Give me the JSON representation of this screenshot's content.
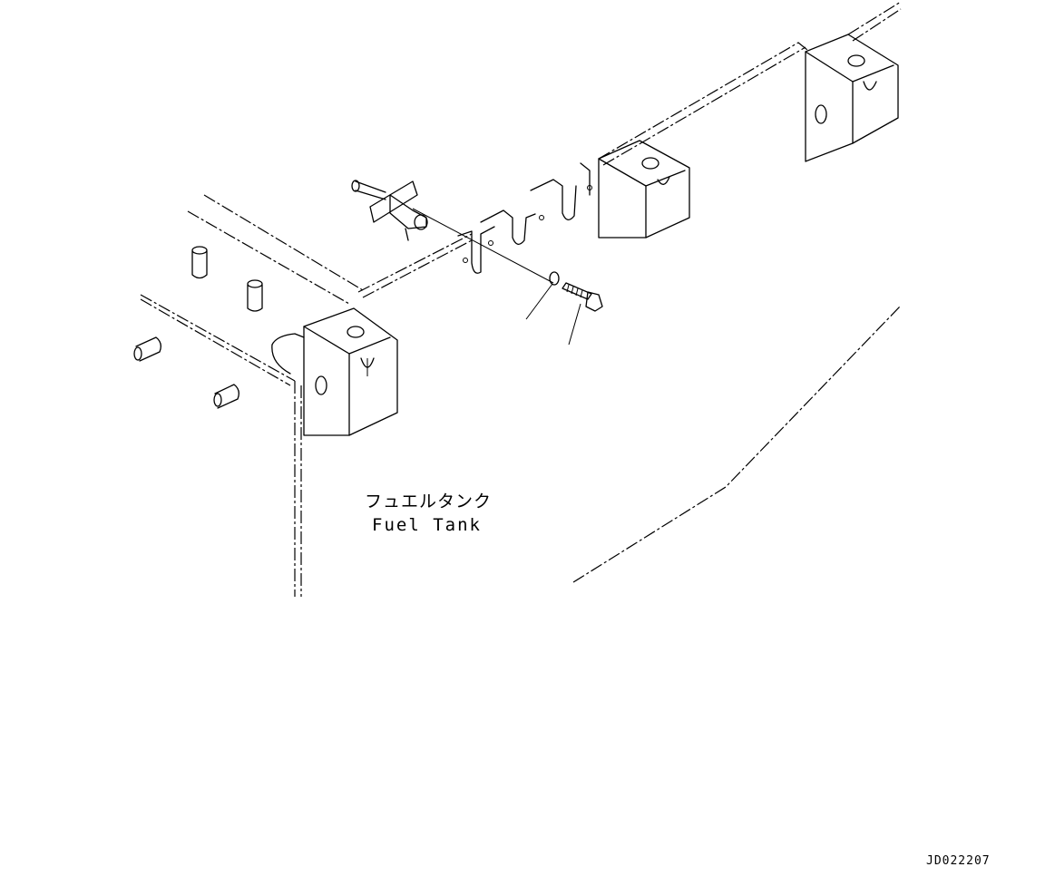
{
  "diagram": {
    "labels": {
      "fuel_tank_jp": "フュエルタンク",
      "fuel_tank_en": "Fuel Tank"
    },
    "drawing_id": "JD022207",
    "line_color": "#000000",
    "background_color": "#ffffff"
  }
}
